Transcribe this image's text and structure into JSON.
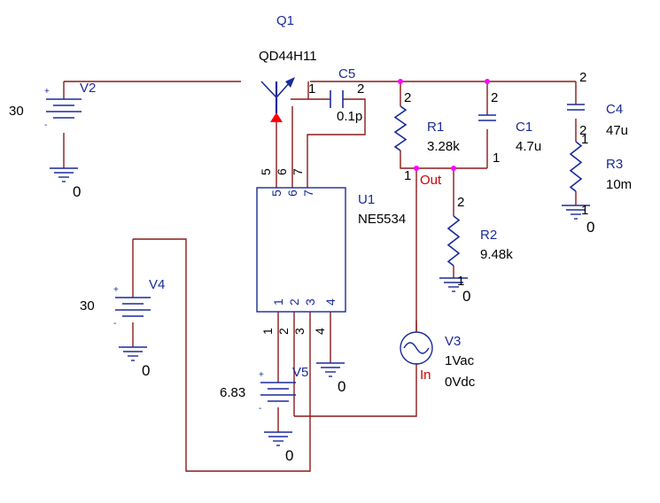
{
  "colors": {
    "wire": "#8b1a1a",
    "component": "#1a2a9a",
    "label": "#1a2a9a",
    "text": "#000000",
    "net_label": "#cc0000",
    "junction": "#ff00ff",
    "arrow": "#ff0000"
  },
  "transistor": {
    "ref": "Q1",
    "model": "QD44H11"
  },
  "opamp": {
    "ref": "U1",
    "model": "NE5534",
    "pins_top": [
      "5",
      "6",
      "7"
    ],
    "pins_bottom": [
      "1",
      "2",
      "3",
      "4"
    ],
    "ext_pins_top": [
      "5",
      "6",
      "7"
    ],
    "ext_pins_bottom": [
      "1",
      "2",
      "3",
      "4"
    ]
  },
  "capacitors": {
    "c5": {
      "ref": "C5",
      "value": "0.1p",
      "pin_left": "1",
      "pin_right": "2"
    },
    "c1": {
      "ref": "C1",
      "value": "4.7u",
      "pin_top": "2",
      "pin_bottom": "1"
    },
    "c4": {
      "ref": "C4",
      "value": "47u",
      "pin_top": "2",
      "pin_bottom": "2"
    }
  },
  "resistors": {
    "r1": {
      "ref": "R1",
      "value": "3.28k",
      "pin_top": "2",
      "pin_bottom": "1"
    },
    "r2": {
      "ref": "R2",
      "value": "9.48k",
      "pin_top": "2",
      "pin_bottom": "1"
    },
    "r3": {
      "ref": "R3",
      "value": "10m",
      "pin_top": "1",
      "pin_bottom": "1"
    }
  },
  "sources": {
    "v2": {
      "ref": "V2",
      "value": "30"
    },
    "v4": {
      "ref": "V4",
      "value": "30"
    },
    "v5": {
      "ref": "V5",
      "value": "6.83"
    },
    "v3": {
      "ref": "V3",
      "line1": "1Vac",
      "line2": "0Vdc"
    }
  },
  "grounds": {
    "label": "0"
  },
  "nets": {
    "out": "Out",
    "in": "In"
  },
  "polarity": {
    "plus": "+",
    "minus": "-"
  }
}
